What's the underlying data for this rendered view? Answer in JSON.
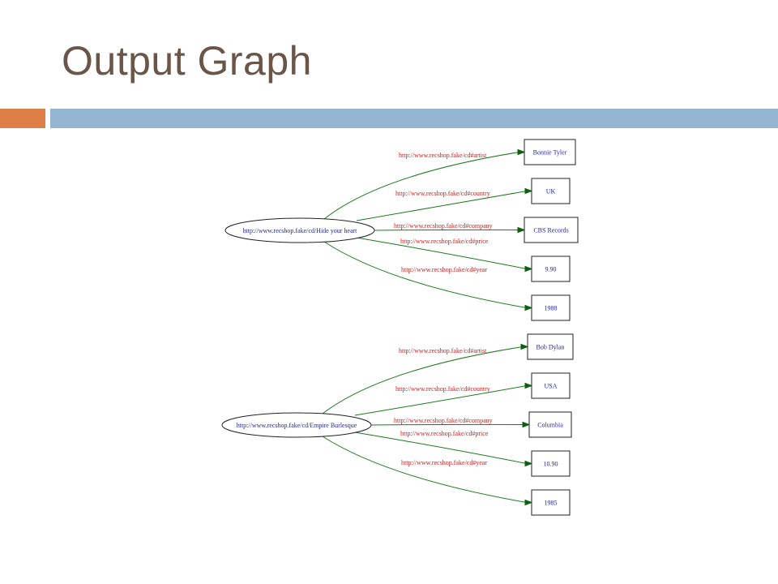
{
  "slide": {
    "title": "Output Graph"
  },
  "colors": {
    "title": "#6b5548",
    "accent_orange": "#dd8047",
    "accent_blue": "#94b6d2",
    "edge": "#1c7a1c",
    "edge_label": "#d11a1a",
    "node_text": "#1f1fb0"
  },
  "graph": {
    "subjects": [
      {
        "label": "http://www.recshop.fake/cd/Hide your heart",
        "edges": [
          {
            "predicate": "http://www.recshop.fake/cd#artist",
            "object": "Bonnie Tyler"
          },
          {
            "predicate": "http://www.recshop.fake/cd#country",
            "object": "UK"
          },
          {
            "predicate": "http://www.recshop.fake/cd#company",
            "object": "CBS Records"
          },
          {
            "predicate": "http://www.recshop.fake/cd#price",
            "object": "9.90"
          },
          {
            "predicate": "http://www.recshop.fake/cd#year",
            "object": "1988"
          }
        ]
      },
      {
        "label": "http://www.recshop.fake/cd/Empire Burlesque",
        "edges": [
          {
            "predicate": "http://www.recshop.fake/cd#artist",
            "object": "Bob Dylan"
          },
          {
            "predicate": "http://www.recshop.fake/cd#country",
            "object": "USA"
          },
          {
            "predicate": "http://www.recshop.fake/cd#company",
            "object": "Columbia"
          },
          {
            "predicate": "http://www.recshop.fake/cd#price",
            "object": "10.90"
          },
          {
            "predicate": "http://www.recshop.fake/cd#year",
            "object": "1985"
          }
        ]
      }
    ]
  }
}
